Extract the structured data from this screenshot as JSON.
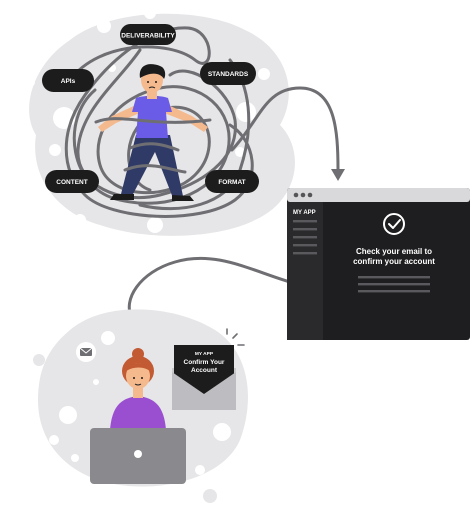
{
  "colors": {
    "blob": "#e6e6e8",
    "bubble": "#ffffff",
    "tag_fill": "#1c1c1c",
    "tag_text": "#ffffff",
    "wire": "#6f6f73",
    "window_bar": "#d9d9db",
    "window_sidebar": "#2a2a2c",
    "window_body": "#1e1e20",
    "window_text": "#ffffff",
    "window_lines": "#5a5a5e",
    "shirt_blue": "#6b5ce7",
    "pants_navy": "#2f3b66",
    "skin": "#f5b98e",
    "hair_dark": "#1b1b1b",
    "hair_auburn": "#c25a33",
    "shirt_purple": "#9a4fd0",
    "laptop_gray": "#8a8a8e",
    "envelope_gray": "#c9c9cc",
    "letter_dark": "#1c1c1c"
  },
  "topics": {
    "deliverability": "DELIVERABILITY",
    "apis": "APIs",
    "standards": "STANDARDS",
    "content": "CONTENT",
    "format": "FORMAT"
  },
  "app_window": {
    "app_name": "MY APP",
    "message_line1": "Check your email to",
    "message_line2": "confirm your account",
    "icon": "check-circle-icon",
    "menu_items": 5
  },
  "email": {
    "app_name": "MY APP",
    "line1": "Confirm Your",
    "line2": "Account"
  },
  "decor_icons": {
    "mail_badge": "envelope-icon",
    "laptop_logo": "logo-circle-icon"
  }
}
